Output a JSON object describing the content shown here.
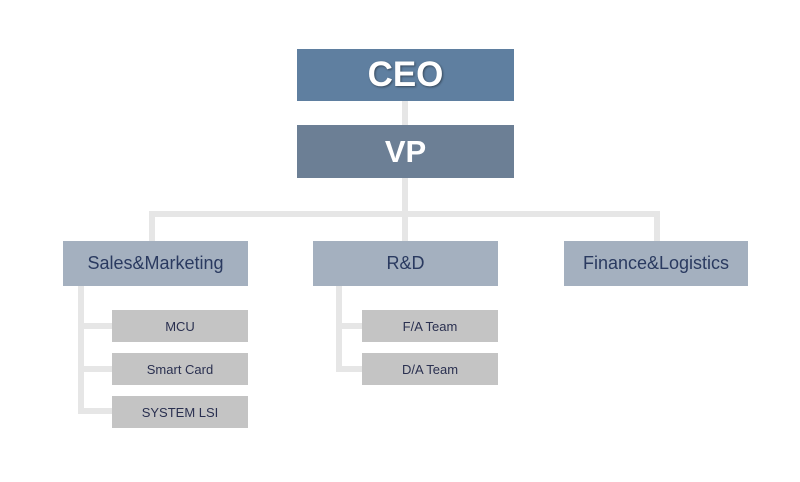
{
  "org_chart": {
    "ceo": "CEO",
    "vp": "VP",
    "departments": [
      {
        "label": "Sales&Marketing",
        "teams": [
          "MCU",
          "Smart Card",
          "SYSTEM LSI"
        ]
      },
      {
        "label": "R&D",
        "teams": [
          "F/A Team",
          "D/A Team"
        ]
      },
      {
        "label": "Finance&Logistics",
        "teams": []
      }
    ]
  },
  "colors": {
    "ceo_box": "#5f7fa0",
    "vp_box": "#6c7f95",
    "department_box": "#a4b0bf",
    "team_box": "#c4c4c4",
    "connector": "#e6e6e6",
    "department_text": "#2a3a60"
  }
}
